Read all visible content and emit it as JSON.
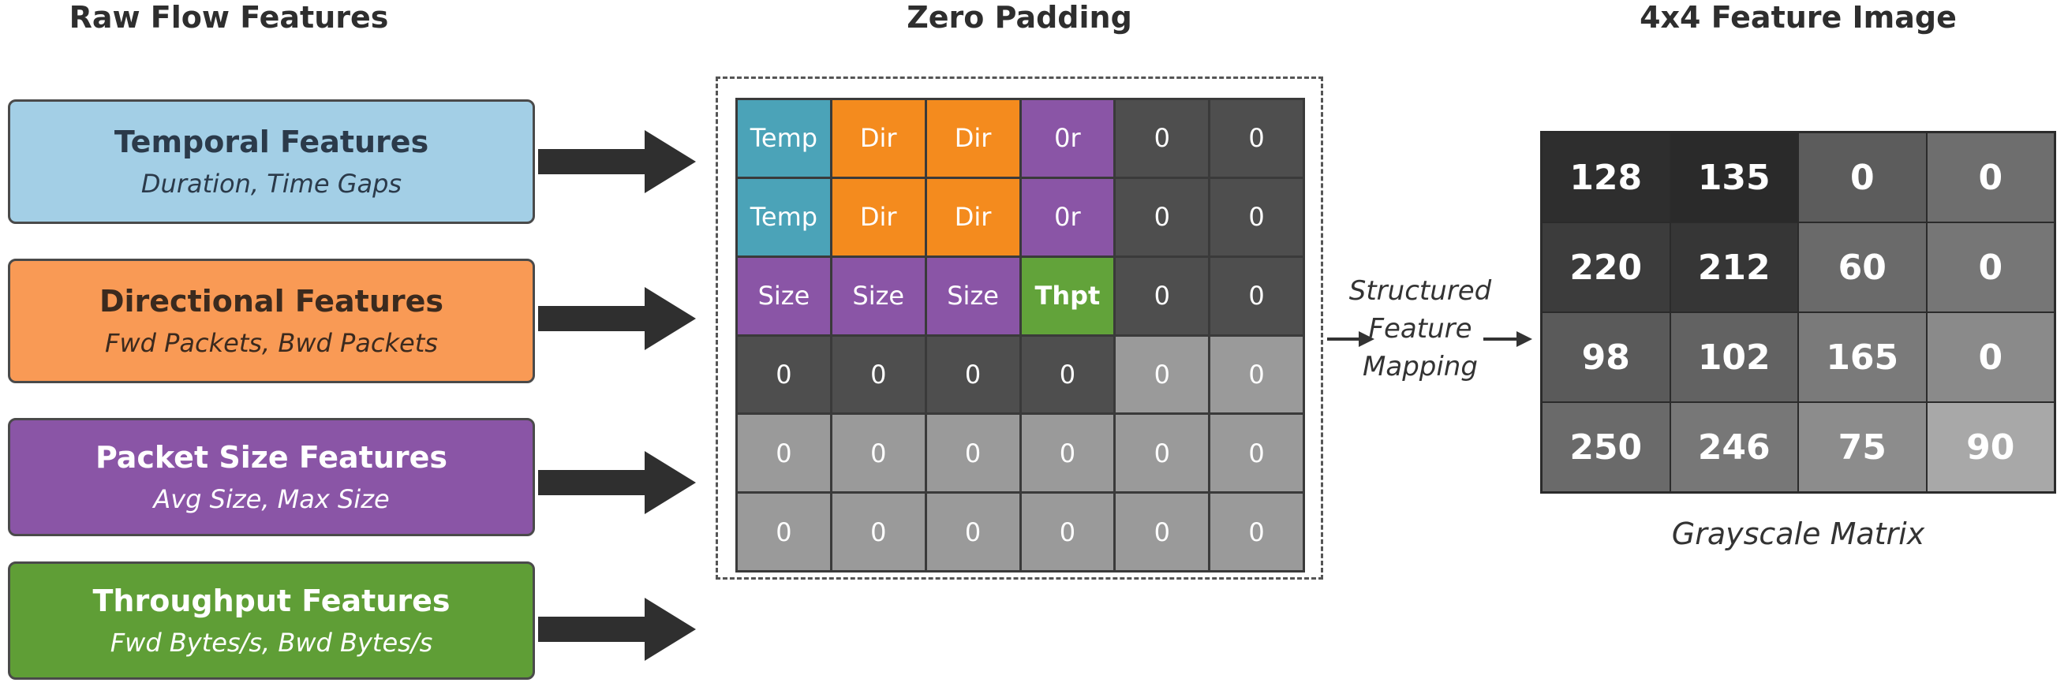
{
  "headings": {
    "raw": "Raw Flow Features",
    "padding": "Zero Padding",
    "image": "4x4 Feature Image"
  },
  "features": [
    {
      "title": "Temporal Features",
      "subtitle": "Duration, Time Gaps",
      "color": "#a3cfe6",
      "text_color": "#2b3a4a"
    },
    {
      "title": "Directional Features",
      "subtitle": "Fwd Packets, Bwd Packets",
      "color": "#f99a55",
      "text_color": "#3b2a1e"
    },
    {
      "title": "Packet Size Features",
      "subtitle": "Avg Size, Max Size",
      "color": "#8a55a6",
      "text_color": "#ffffff"
    },
    {
      "title": "Throughput Features",
      "subtitle": "Fwd Bytes/s, Bwd Bytes/s",
      "color": "#5f9e36",
      "text_color": "#ffffff"
    }
  ],
  "padding_grid": [
    [
      {
        "t": "Temp",
        "k": "temp"
      },
      {
        "t": "Dir",
        "k": "dir"
      },
      {
        "t": "Dir",
        "k": "dir"
      },
      {
        "t": "0r",
        "k": "pur"
      },
      {
        "t": "0",
        "k": "dark"
      },
      {
        "t": "0",
        "k": "dark"
      }
    ],
    [
      {
        "t": "Temp",
        "k": "temp"
      },
      {
        "t": "Dir",
        "k": "dir"
      },
      {
        "t": "Dir",
        "k": "dir"
      },
      {
        "t": "0r",
        "k": "pur"
      },
      {
        "t": "0",
        "k": "dark"
      },
      {
        "t": "0",
        "k": "dark"
      }
    ],
    [
      {
        "t": "Size",
        "k": "pur"
      },
      {
        "t": "Size",
        "k": "pur"
      },
      {
        "t": "Size",
        "k": "pur"
      },
      {
        "t": "Thpt",
        "k": "thpt"
      },
      {
        "t": "0",
        "k": "dark"
      },
      {
        "t": "0",
        "k": "dark"
      }
    ],
    [
      {
        "t": "0",
        "k": "dark"
      },
      {
        "t": "0",
        "k": "dark"
      },
      {
        "t": "0",
        "k": "dark"
      },
      {
        "t": "0",
        "k": "dark"
      },
      {
        "t": "0",
        "k": "grey"
      },
      {
        "t": "0",
        "k": "grey"
      }
    ],
    [
      {
        "t": "0",
        "k": "grey"
      },
      {
        "t": "0",
        "k": "grey"
      },
      {
        "t": "0",
        "k": "grey"
      },
      {
        "t": "0",
        "k": "grey"
      },
      {
        "t": "0",
        "k": "grey"
      },
      {
        "t": "0",
        "k": "grey"
      }
    ],
    [
      {
        "t": "0",
        "k": "grey"
      },
      {
        "t": "0",
        "k": "grey"
      },
      {
        "t": "0",
        "k": "grey"
      },
      {
        "t": "0",
        "k": "grey"
      },
      {
        "t": "0",
        "k": "grey"
      },
      {
        "t": "0",
        "k": "grey"
      }
    ]
  ],
  "mapping_label": [
    "Structured",
    "Feature",
    "Mapping"
  ],
  "feature_image": [
    [
      128,
      135,
      0,
      0
    ],
    [
      220,
      212,
      60,
      0
    ],
    [
      98,
      102,
      165,
      0
    ],
    [
      250,
      246,
      75,
      90
    ]
  ],
  "feature_image_shades": [
    [
      "#2e2e2e",
      "#2a2a2a",
      "#5c5c5c",
      "#6e6e6e"
    ],
    [
      "#3c3c3c",
      "#363636",
      "#6a6a6a",
      "#767676"
    ],
    [
      "#5a5a5a",
      "#626262",
      "#7a7a7a",
      "#8a8a8a"
    ],
    [
      "#6a6a6a",
      "#777777",
      "#8c8c8c",
      "#a8a8a8"
    ]
  ],
  "matrix_caption": "Grayscale Matrix",
  "colors": {
    "cell_temp": "#4ba3b8",
    "cell_dir": "#f48b1e",
    "cell_purple": "#8a55a6",
    "cell_thpt": "#62a33a",
    "cell_dark": "#4e4e4e",
    "cell_grey": "#9a9a9a"
  }
}
